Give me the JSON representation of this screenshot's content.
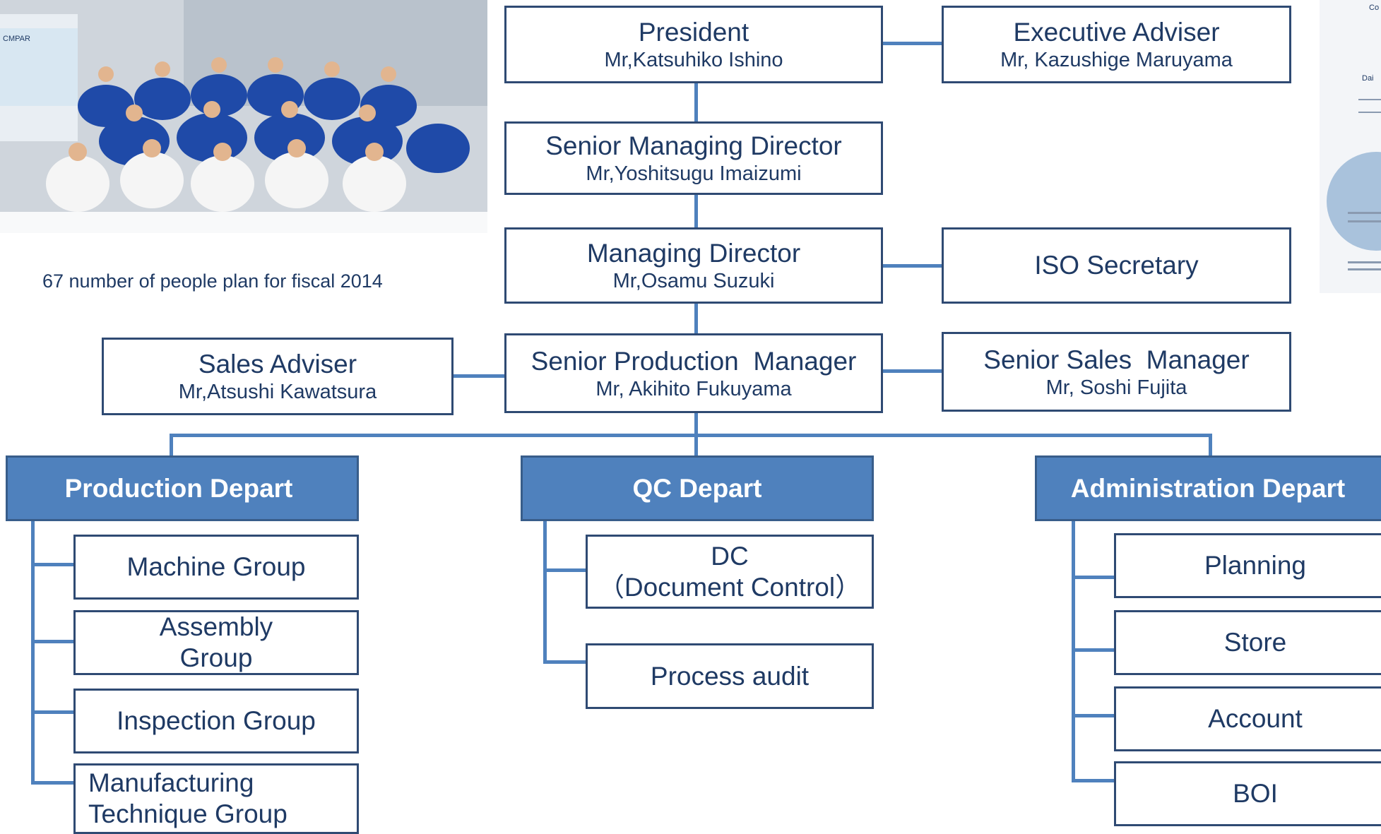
{
  "caption": "67 number of people plan for fiscal 2014",
  "photo": {
    "description_icon": "group-photo",
    "sign_text": "CMPAR"
  },
  "certificate": {
    "icon": "iso-certificate",
    "labels": [
      "Co",
      "Dai"
    ]
  },
  "chart": {
    "president": {
      "title": "President",
      "name": "Mr,Katsuhiko Ishino"
    },
    "executive_adviser": {
      "title": "Executive Adviser",
      "name": "Mr, Kazushige Maruyama"
    },
    "senior_managing_director": {
      "title": "Senior Managing Director",
      "name": "Mr,Yoshitsugu Imaizumi"
    },
    "managing_director": {
      "title": "Managing Director",
      "name": "Mr,Osamu Suzuki"
    },
    "iso_secretary": {
      "title": "ISO Secretary"
    },
    "senior_production_manager": {
      "title": "Senior Production  Manager",
      "name": "Mr, Akihito Fukuyama"
    },
    "senior_sales_manager": {
      "title": "Senior Sales  Manager",
      "name": "Mr, Soshi Fujita"
    },
    "sales_adviser": {
      "title": "Sales Adviser",
      "name": "Mr,Atsushi Kawatsura"
    }
  },
  "departments": {
    "production": {
      "label": "Production Depart",
      "groups": [
        "Machine Group",
        "Assembly\nGroup",
        "Inspection Group",
        "Manufacturing\nTechnique Group"
      ]
    },
    "qc": {
      "label": "QC Depart",
      "groups": [
        "DC\n（Document Control）",
        "Process audit"
      ]
    },
    "administration": {
      "label": "Administration Depart",
      "groups": [
        "Planning",
        "Store",
        "Account",
        "BOI"
      ]
    }
  },
  "colors": {
    "line": "#4f81bd",
    "border": "#2f4a73",
    "dept_fill": "#4f81bd",
    "text": "#1f3a64"
  }
}
